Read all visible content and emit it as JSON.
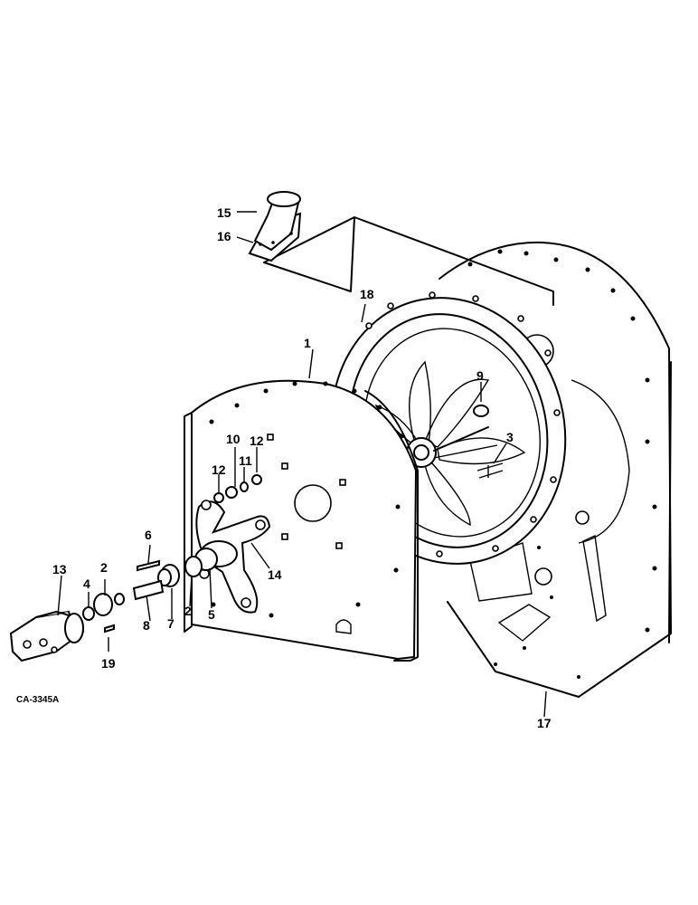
{
  "figure_code": "CA-3345A",
  "callouts": {
    "c1": "1",
    "c2a": "2",
    "c2b": "2",
    "c3": "3",
    "c4": "4",
    "c5": "5",
    "c6": "6",
    "c7": "7",
    "c8": "8",
    "c9": "9",
    "c10": "10",
    "c11": "11",
    "c12a": "12",
    "c12b": "12",
    "c13": "13",
    "c14": "14",
    "c15": "15",
    "c16": "16",
    "c17": "17",
    "c18": "18",
    "c19": "19"
  }
}
